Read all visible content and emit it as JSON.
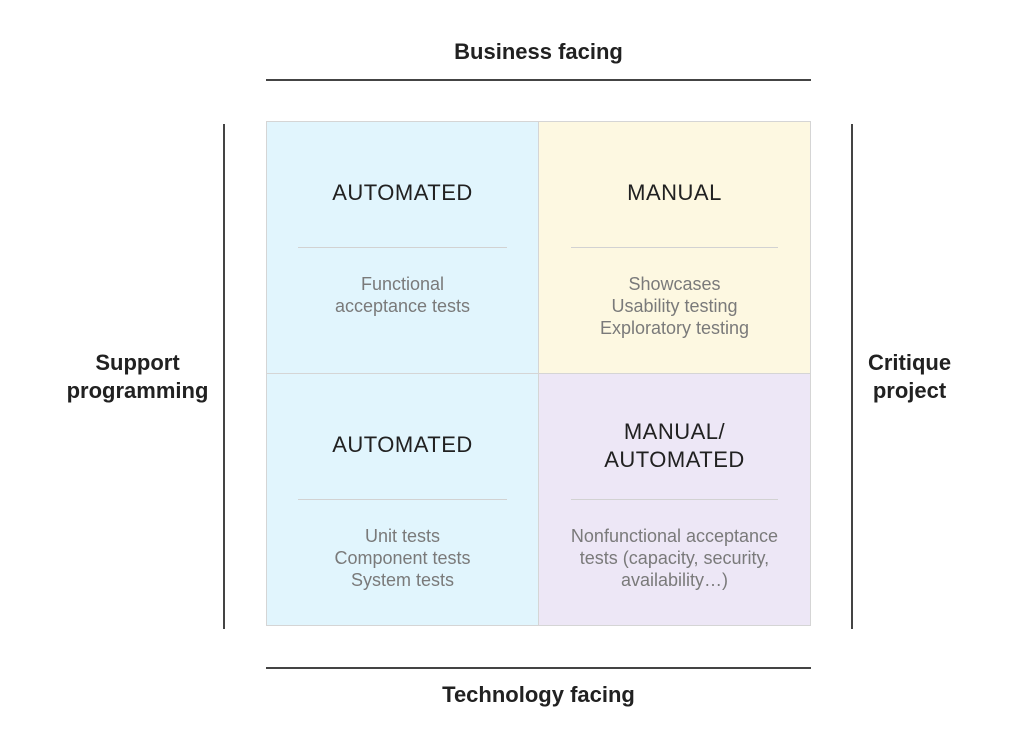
{
  "axes": {
    "top": "Business facing",
    "bottom": "Technology facing",
    "left": [
      "Support",
      "programming"
    ],
    "right": [
      "Critique",
      "project"
    ]
  },
  "quadrants": {
    "top_left": {
      "title": [
        "AUTOMATED"
      ],
      "items": [
        "Functional",
        "acceptance tests"
      ],
      "color": "#e1f5fd"
    },
    "top_right": {
      "title": [
        "MANUAL"
      ],
      "items": [
        "Showcases",
        "Usability testing",
        "Exploratory testing"
      ],
      "color": "#fdf8e1"
    },
    "bottom_left": {
      "title": [
        "AUTOMATED"
      ],
      "items": [
        "Unit tests",
        "Component tests",
        "System tests"
      ],
      "color": "#e1f5fd"
    },
    "bottom_right": {
      "title": [
        "MANUAL/",
        "AUTOMATED"
      ],
      "items": [
        "Nonfunctional acceptance",
        "tests (capacity, security,",
        "availability…)"
      ],
      "color": "#ede7f6"
    }
  }
}
